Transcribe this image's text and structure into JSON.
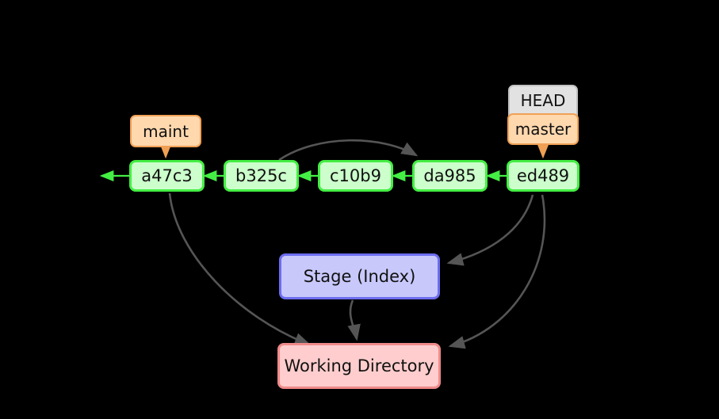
{
  "diagram": {
    "title": "git-commit-graph",
    "background": "#000000",
    "colors": {
      "commit_fill": "#ccffcc",
      "commit_border": "#44ee44",
      "ref_fill": "#ffd8ae",
      "ref_border": "#f0a055",
      "head_fill": "#e2e2e2",
      "head_border": "#c2c2c2",
      "stage_fill": "#c8c8fb",
      "stage_border": "#6d6df0",
      "work_fill": "#ffcdcd",
      "work_border": "#f08a8a",
      "edge_gray": "#555555",
      "edge_green": "#44ee44",
      "edge_orange": "#f0a055"
    },
    "commits": [
      {
        "id": "a47c3",
        "label": "a47c3"
      },
      {
        "id": "b325c",
        "label": "b325c"
      },
      {
        "id": "c10b9",
        "label": "c10b9"
      },
      {
        "id": "da985",
        "label": "da985"
      },
      {
        "id": "ed489",
        "label": "ed489"
      }
    ],
    "refs": [
      {
        "id": "maint",
        "label": "maint",
        "points_to": "a47c3"
      },
      {
        "id": "head",
        "label": "HEAD",
        "points_to": "master"
      },
      {
        "id": "master",
        "label": "master",
        "points_to": "ed489"
      }
    ],
    "areas": [
      {
        "id": "stage",
        "label": "Stage (Index)"
      },
      {
        "id": "work",
        "label": "Working Directory"
      }
    ],
    "edges": [
      {
        "from": "a47c3",
        "to": "history",
        "kind": "parent",
        "color": "green"
      },
      {
        "from": "b325c",
        "to": "a47c3",
        "kind": "parent",
        "color": "green"
      },
      {
        "from": "c10b9",
        "to": "b325c",
        "kind": "parent",
        "color": "green"
      },
      {
        "from": "da985",
        "to": "c10b9",
        "kind": "parent",
        "color": "green"
      },
      {
        "from": "ed489",
        "to": "da985",
        "kind": "parent",
        "color": "green"
      },
      {
        "from": "b325c",
        "to": "da985",
        "kind": "curve",
        "color": "gray"
      },
      {
        "from": "a47c3",
        "to": "work",
        "kind": "curve",
        "color": "gray"
      },
      {
        "from": "ed489",
        "to": "stage",
        "kind": "curve",
        "color": "gray"
      },
      {
        "from": "ed489",
        "to": "work",
        "kind": "curve",
        "color": "gray"
      },
      {
        "from": "stage",
        "to": "work",
        "kind": "curve",
        "color": "gray"
      },
      {
        "from": "maint",
        "to": "a47c3",
        "kind": "ref",
        "color": "orange"
      },
      {
        "from": "master",
        "to": "ed489",
        "kind": "ref",
        "color": "orange"
      }
    ]
  }
}
